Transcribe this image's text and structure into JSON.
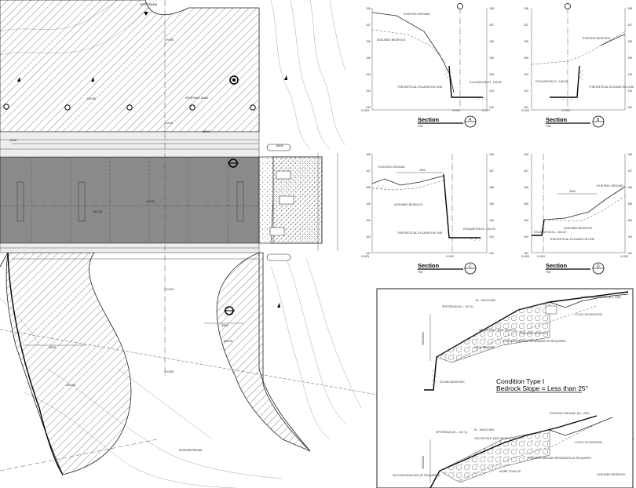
{
  "plan": {
    "upstream_label": "UPSTREAM",
    "downstream_label": "DOWNSTREAM",
    "existing_dam_label": "EXISTING DAM",
    "elev_labels": [
      "163.00",
      "163.00",
      "163.00",
      "163.00"
    ],
    "chainage_labels": [
      "0+000",
      "0+010",
      "0+020",
      "0-010",
      "0+000"
    ],
    "dim_labels": [
      "1500",
      "3500",
      "2500",
      "5600",
      "3500"
    ],
    "section_marks": [
      "A",
      "B",
      "C",
      "D"
    ]
  },
  "sections": [
    {
      "id": "A",
      "title": "Section",
      "scale": "T08",
      "labels": [
        "EXISTING GROUND",
        "ASSUMED BEDROCK",
        "THEORETICAL EXCAVATION LINE",
        "EXCAVATION EL. 163.00"
      ],
      "left_elevs": [
        "158",
        "157",
        "156",
        "155",
        "154",
        "153",
        "152"
      ],
      "right_elevs": [
        "158",
        "157",
        "156",
        "155",
        "154",
        "153",
        "152"
      ],
      "chainages": [
        "0+003",
        "0+000",
        "0+007"
      ]
    },
    {
      "id": "B",
      "title": "Section",
      "scale": "T08",
      "labels": [
        "EXISTING BEDROCK",
        "EXCAVATION EL. 163.00",
        "THEORETICAL EXCAVATION LINE"
      ],
      "left_elevs": [
        "158",
        "157",
        "156",
        "155",
        "154",
        "153",
        "152"
      ],
      "right_elevs": [
        "158",
        "157",
        "156",
        "155",
        "154",
        "153",
        "152"
      ],
      "chainages": [
        "0+003",
        "0+000"
      ]
    },
    {
      "id": "C",
      "title": "Section",
      "scale": "T08",
      "labels": [
        "EXISTING GROUND",
        "ASSUMED BEDROCK",
        "THEORETICAL EXCAVATION LINE",
        "EXCAVATION EL. 163.00",
        "3000"
      ],
      "left_elevs": [
        "168",
        "167",
        "166",
        "165",
        "164",
        "163",
        "162"
      ],
      "right_elevs": [
        "168",
        "167",
        "166",
        "165",
        "164",
        "163",
        "162"
      ],
      "chainages": [
        "0+005",
        "0+000"
      ]
    },
    {
      "id": "D",
      "title": "Section",
      "scale": "T08",
      "labels": [
        "EXISTING GROUND",
        "ASSUMED BEDROCK",
        "EXCAVATION EL. 163.00",
        "THEORETICAL EXCAVATION LINE",
        "3000"
      ],
      "left_elevs": [
        "168",
        "167",
        "166",
        "165",
        "164",
        "163",
        "162"
      ],
      "right_elevs": [
        "168",
        "167",
        "166",
        "165",
        "164",
        "163",
        "162"
      ],
      "chainages": [
        "0+005",
        "0+000",
        "0+005"
      ]
    }
  ],
  "condition": {
    "title_line1": "Condition Type I",
    "title_line2": "Bedrock Slope = Less than 25°",
    "labels": [
      "EXISTING GROUND (E.L. INR)",
      "LOCAL EXCAVATION",
      "EL. 168.00 MIN.",
      "SPETREAM (E.L. 167.3)",
      "GEOTEXTILE (SEE NOTE 1)",
      "ASSUMED BEDROCK",
      "EXISTING GROUND REGRADED AS REQUIRED",
      "LESS THAN 25°",
      "SOUND BEDROCK",
      "VARIABLE",
      "MORE THAN 25°",
      "SECOND BOULDER (IF REQUIRED)"
    ]
  }
}
